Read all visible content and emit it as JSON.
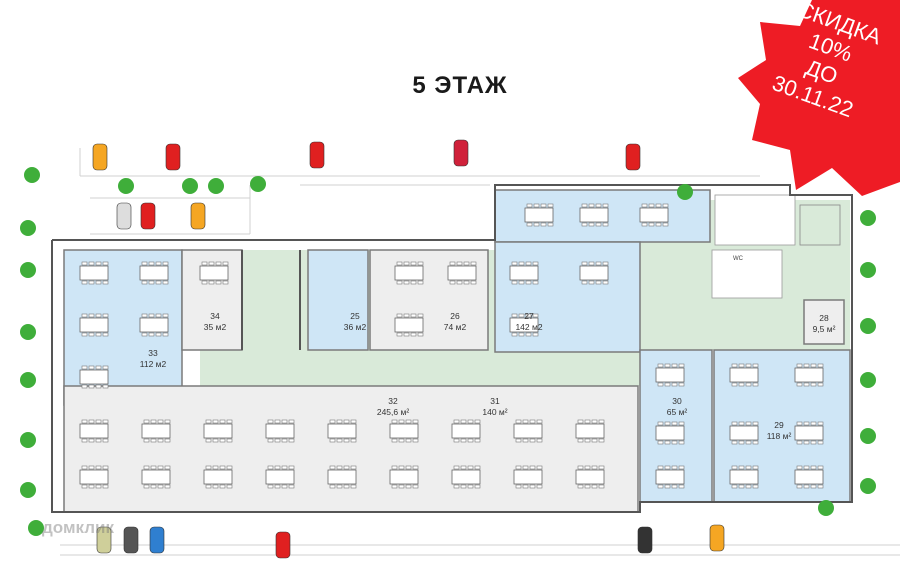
{
  "floor_title": "5 ЭТАЖ",
  "discount_badge": {
    "lines": [
      "СКИДКА",
      "10%",
      "ДО",
      "30.11.22"
    ],
    "color": "#ee1c25"
  },
  "watermark": "домклик",
  "wc_label": "WC",
  "colors": {
    "rented_blue": "#cfe6f6",
    "free_gray": "#eeeeee",
    "corridor_green": "#d9ead9",
    "walls": "#7a7a7a",
    "tree_green": "#3fae3a"
  },
  "rooms": [
    {
      "number": "33",
      "area": "112 м2"
    },
    {
      "number": "34",
      "area": "35 м2"
    },
    {
      "number": "25",
      "area": "36 м2"
    },
    {
      "number": "26",
      "area": "74 м2"
    },
    {
      "number": "27",
      "area": "142 м2"
    },
    {
      "number": "28",
      "area": "9,5 м²"
    },
    {
      "number": "32",
      "area": "245,6 м²"
    },
    {
      "number": "31",
      "area": "140 м²"
    },
    {
      "number": "30",
      "area": "65 м²"
    },
    {
      "number": "29",
      "area": "118 м²"
    }
  ]
}
